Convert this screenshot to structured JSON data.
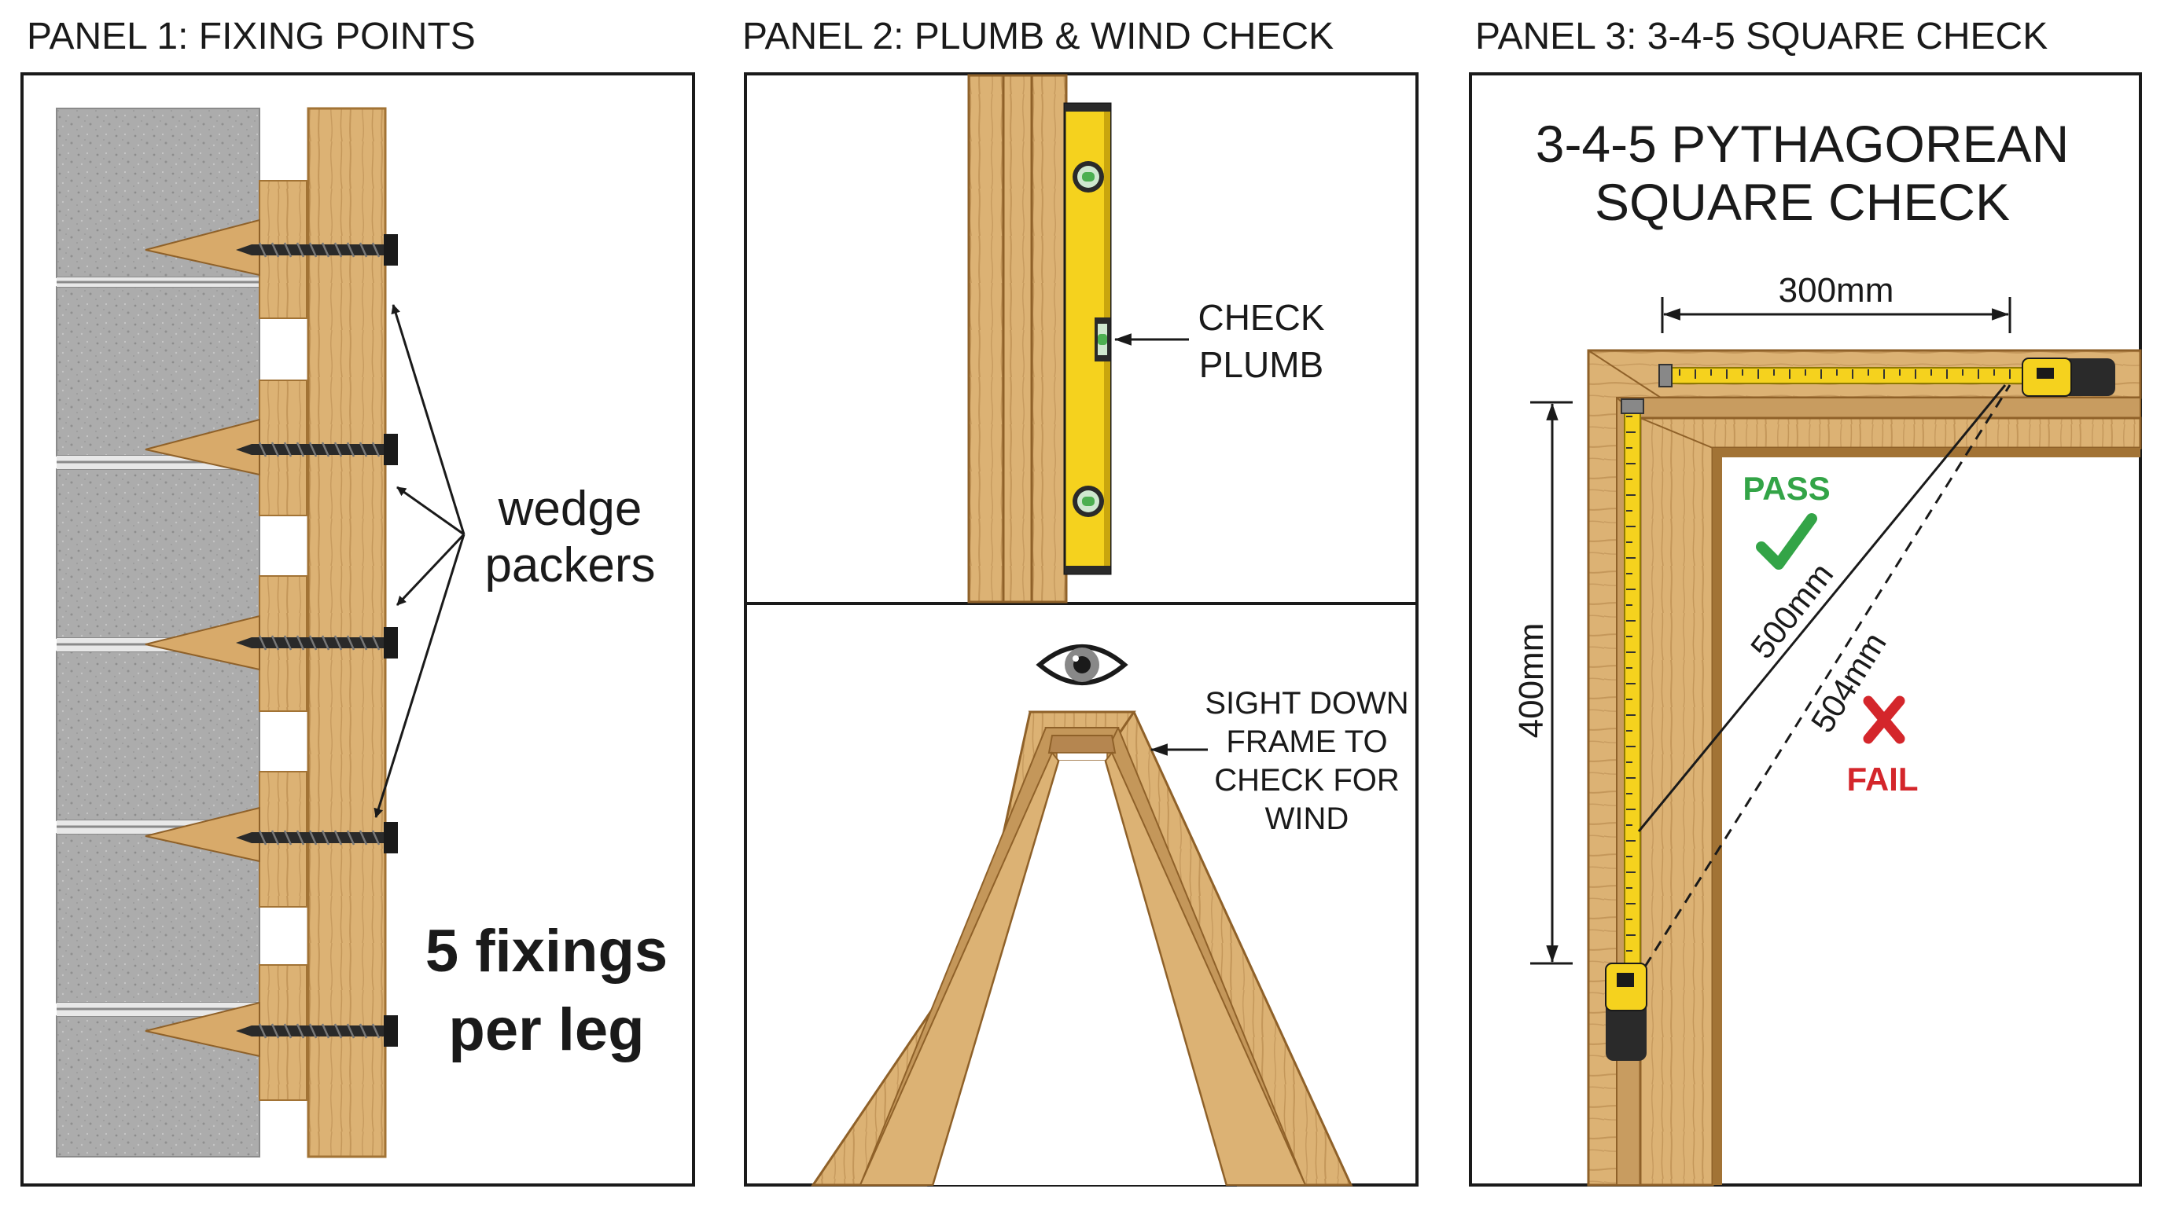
{
  "panels": [
    {
      "title": "PANEL 1: FIXING POINTS",
      "packer_label_line1": "wedge",
      "packer_label_line2": "packers",
      "fixings_line1": "5 fixings",
      "fixings_line2": "per leg",
      "fixing_count": 5
    },
    {
      "title": "PANEL 2: PLUMB & WIND CHECK",
      "plumb_line1": "CHECK",
      "plumb_line2": "PLUMB",
      "wind_line1": "SIGHT DOWN",
      "wind_line2": "FRAME TO",
      "wind_line3": "CHECK FOR",
      "wind_line4": "WIND"
    },
    {
      "title": "PANEL 3: 3-4-5 SQUARE CHECK",
      "heading_line1": "3-4-5 PYTHAGOREAN",
      "heading_line2": "SQUARE CHECK",
      "dim_top": "300mm",
      "dim_left": "400mm",
      "diag_pass": "500mm",
      "diag_fail": "504mm",
      "pass_label": "PASS",
      "fail_label": "FAIL"
    }
  ],
  "colors": {
    "timber": "#dcb274",
    "timber_dark": "#a27335",
    "block": "#aeaeae",
    "tape": "#f5d21e",
    "pass": "#33a447",
    "fail": "#d4262b"
  },
  "icons": [
    "screw-icon",
    "spirit-level-icon",
    "eye-icon",
    "check-icon",
    "cross-icon",
    "tape-measure-icon"
  ]
}
